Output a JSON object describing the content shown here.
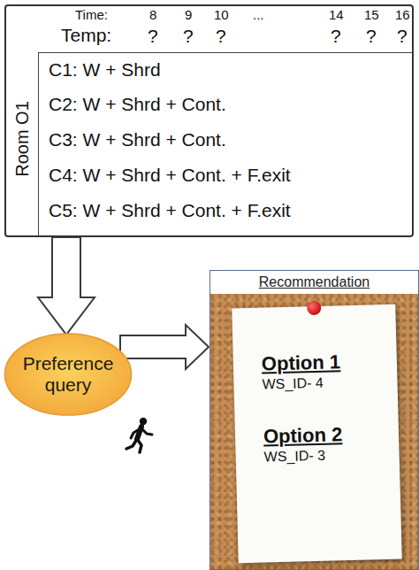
{
  "diagram": {
    "nodes": [
      {
        "text": [
          "Room O1"
        ]
      },
      {
        "text": [
          "Preference query"
        ]
      },
      {
        "text": [
          "Recommendation"
        ]
      },
      {
        "text": [
          "Option 1",
          "WS_ID- 4",
          "Option 2",
          "WS_ID- 3"
        ],
        "in": 2
      }
    ],
    "edges": [
      {
        "from": 0,
        "to": 1,
        "arrow": "to"
      },
      {
        "from": 1,
        "to": 2,
        "arrow": "to"
      }
    ],
    "labels": [
      "Time:",
      "8",
      "9",
      "10",
      "...",
      "14",
      "15",
      "16",
      "Temp:",
      "?",
      "?",
      "?",
      "?",
      "?",
      "?",
      "C1: W + Shrd",
      "C2: W + Shrd + Cont.",
      "C3: W + Shrd + Cont.",
      "C4: W + Shrd + Cont. + F.exit",
      "C5: W + Shrd + Cont. + F.exit"
    ]
  }
}
